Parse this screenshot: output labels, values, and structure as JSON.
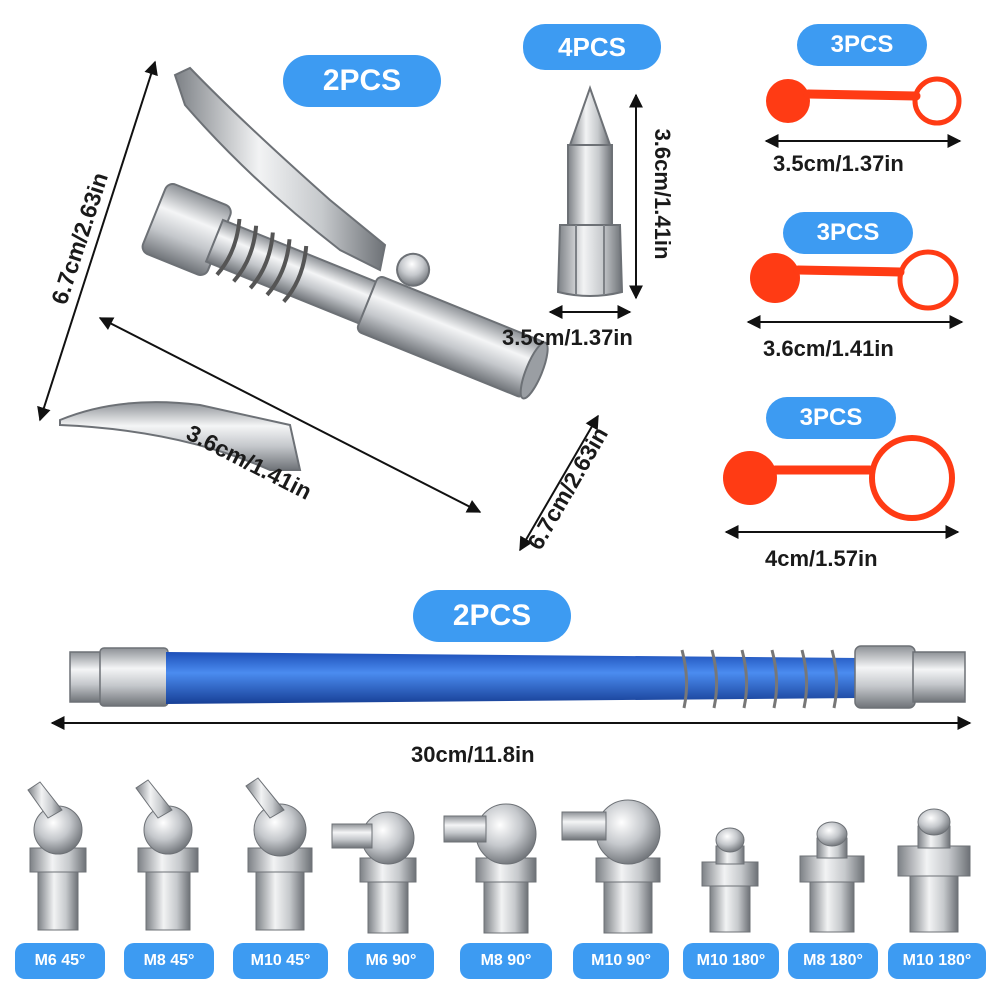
{
  "badges": {
    "coupler": "2PCS",
    "tip": "4PCS",
    "cap_small": "3PCS",
    "cap_medium": "3PCS",
    "cap_large": "3PCS",
    "hose": "2PCS"
  },
  "dimensions": {
    "coupler_height": "6.7cm/2.63in",
    "coupler_length": "3.6cm/1.41in",
    "coupler_barrel": "6.7cm/2.63in",
    "tip_height": "3.6cm/1.41in",
    "tip_width": "3.5cm/1.37in",
    "cap_small": "3.5cm/1.37in",
    "cap_medium": "3.6cm/1.41in",
    "cap_large": "4cm/1.57in",
    "hose_length": "30cm/11.8in"
  },
  "fittings": [
    "M6 45°",
    "M8 45°",
    "M10 45°",
    "M6 90°",
    "M8 90°",
    "M10 90°",
    "M10 180°",
    "M8 180°",
    "M10 180°"
  ],
  "colors": {
    "badge": "#3d9bf2",
    "cap": "#ff3b14",
    "hose": "#2b66d9",
    "metal": "#c9ccd0"
  }
}
